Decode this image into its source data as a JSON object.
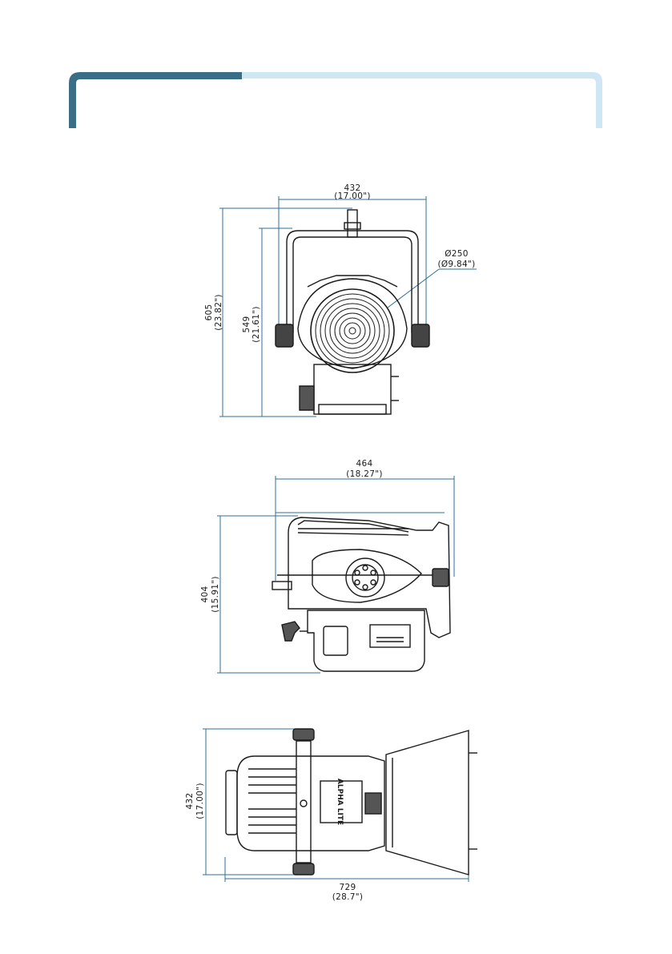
{
  "header": {
    "accent_dark": "#3a6d86",
    "accent_light": "#cfe6f4"
  },
  "colors": {
    "dimension_line": "#2f6f95",
    "outline": "#1a1a1a"
  },
  "front_view": {
    "width_mm": "432",
    "width_in": "(17.00\")",
    "lens_mm": "Ø250",
    "lens_in": "(Ø9.84\")",
    "height_total_mm": "605",
    "height_total_in": "(23.82\")",
    "height_body_mm": "549",
    "height_body_in": "(21.61\")"
  },
  "side_view": {
    "depth_mm": "464",
    "depth_in": "(18.27\")",
    "height_mm": "404",
    "height_in": "(15.91\")"
  },
  "top_view": {
    "width_mm": "432",
    "width_in": "(17.00\")",
    "length_mm": "729",
    "length_in": "(28.7\")",
    "logo_text": "ALPHA LITE"
  }
}
